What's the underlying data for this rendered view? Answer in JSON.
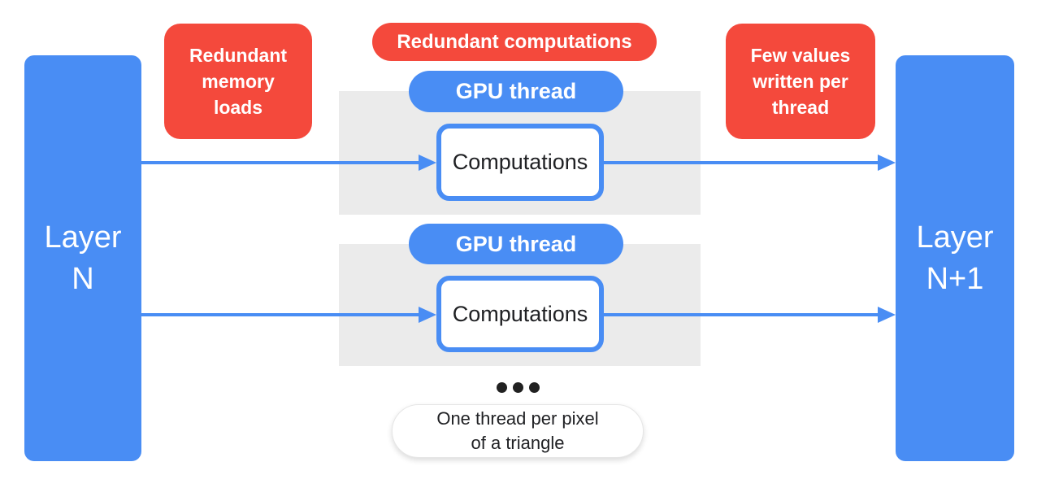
{
  "colors": {
    "blue": "#498DF4",
    "red": "#F4493C",
    "band_gray": "#EBEBEB",
    "text_dark": "#202124",
    "white": "#FFFFFF"
  },
  "layers": {
    "left": "Layer\nN",
    "right": "Layer\nN+1"
  },
  "annotations": {
    "left": "Redundant\nmemory\nloads",
    "center": "Redundant computations",
    "right": "Few values\nwritten per\nthread"
  },
  "threads": [
    {
      "pill": "GPU thread",
      "box": "Computations"
    },
    {
      "pill": "GPU thread",
      "box": "Computations"
    }
  ],
  "footnote": "One thread per pixel\nof a triangle"
}
